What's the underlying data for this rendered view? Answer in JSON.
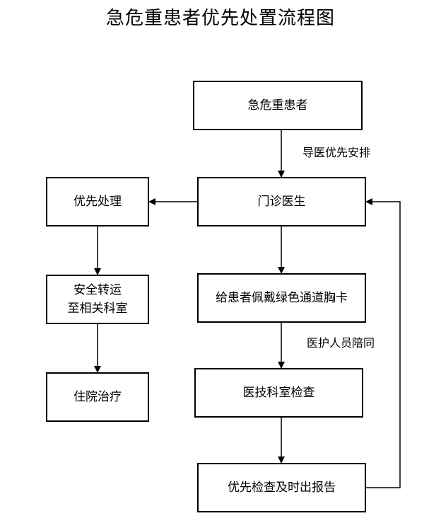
{
  "title": "急危重患者优先处置流程图",
  "nodes": {
    "patient": "急危重患者",
    "outpatient_doctor": "门诊医生",
    "green_channel_card": "给患者佩戴绿色通道胸卡",
    "dept_exam": "医技科室检查",
    "priority_report": "优先检查及时出报告",
    "priority_handle": "优先处理",
    "safe_transfer_line1": "安全转运",
    "safe_transfer_line2": "至相关科室",
    "hospitalization": "住院治疗"
  },
  "edge_labels": {
    "guide_priority": "导医优先安排",
    "staff_accompany": "医护人员陪同"
  }
}
